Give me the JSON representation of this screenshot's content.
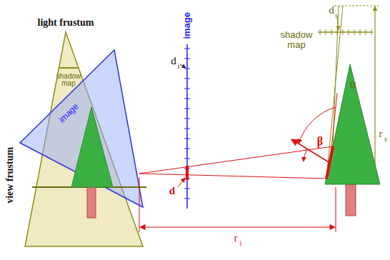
{
  "diagram": {
    "labels": [
      "light frustum",
      "shadow map",
      "image",
      "view frustum",
      "image",
      "d",
      "i",
      "d",
      "d",
      "s",
      "shadow map",
      "α",
      "β",
      "r",
      "s",
      "r",
      "i"
    ]
  }
}
